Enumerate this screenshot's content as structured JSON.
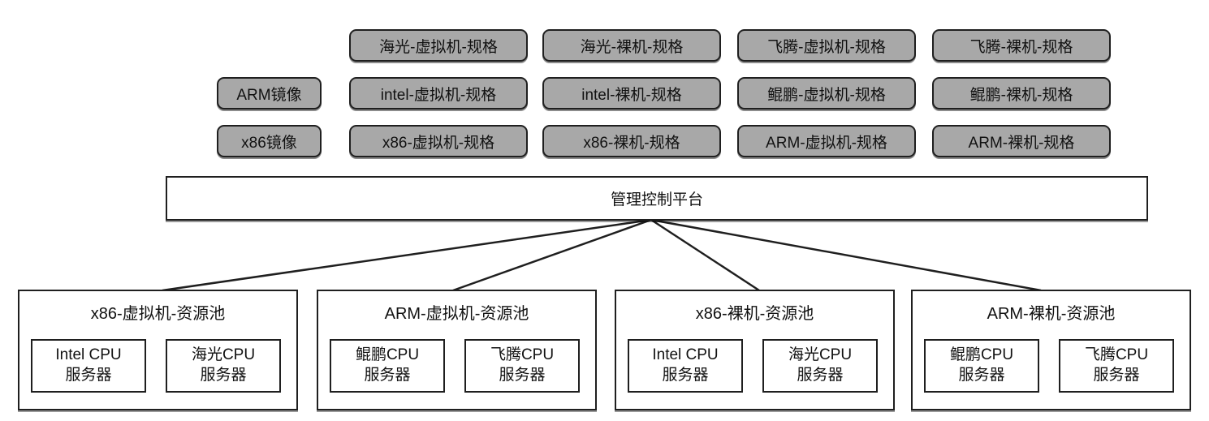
{
  "colors": {
    "spec_node_fill": "#a8a8a8",
    "node_border": "#1f1f1f",
    "plain_node_fill": "#ffffff",
    "connector_line": "#1f1f1f",
    "text": "#111111",
    "background": "#ffffff"
  },
  "spec_rows": [
    {
      "cells": [
        "海光-虚拟机-规格",
        "海光-裸机-规格",
        "飞腾-虚拟机-规格",
        "飞腾-裸机-规格"
      ]
    },
    {
      "cells": [
        "ARM镜像",
        "intel-虚拟机-规格",
        "intel-裸机-规格",
        "鲲鹏-虚拟机-规格",
        "鲲鹏-裸机-规格"
      ]
    },
    {
      "cells": [
        "x86镜像",
        "x86-虚拟机-规格",
        "x86-裸机-规格",
        "ARM-虚拟机-规格",
        "ARM-裸机-规格"
      ]
    }
  ],
  "platform": {
    "label": "管理控制平台"
  },
  "pools": [
    {
      "title": "x86-虚拟机-资源池",
      "servers": [
        {
          "cpu": "Intel CPU",
          "kind": "服务器"
        },
        {
          "cpu": "海光CPU",
          "kind": "服务器"
        }
      ]
    },
    {
      "title": "ARM-虚拟机-资源池",
      "servers": [
        {
          "cpu": "鲲鹏CPU",
          "kind": "服务器"
        },
        {
          "cpu": "飞腾CPU",
          "kind": "服务器"
        }
      ]
    },
    {
      "title": "x86-裸机-资源池",
      "servers": [
        {
          "cpu": "Intel CPU",
          "kind": "服务器"
        },
        {
          "cpu": "海光CPU",
          "kind": "服务器"
        }
      ]
    },
    {
      "title": "ARM-裸机-资源池",
      "servers": [
        {
          "cpu": "鲲鹏CPU",
          "kind": "服务器"
        },
        {
          "cpu": "飞腾CPU",
          "kind": "服务器"
        }
      ]
    }
  ]
}
